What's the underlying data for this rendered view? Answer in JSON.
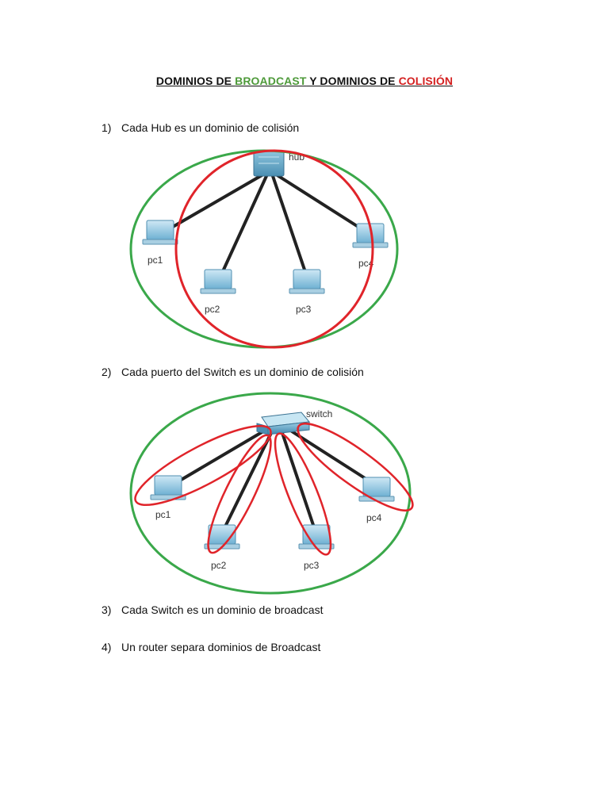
{
  "title": {
    "part1": "DOMINIOS DE ",
    "broadcast": "BROADCAST",
    "part2": " Y DOMINIOS DE ",
    "colision": "COLISIÓN"
  },
  "items": [
    {
      "num": "1)",
      "text": "Cada Hub es un dominio de colisión"
    },
    {
      "num": "2)",
      "text": "Cada puerto del Switch es un dominio de colisión"
    },
    {
      "num": "3)",
      "text": "Cada Switch es un dominio de broadcast"
    },
    {
      "num": "4)",
      "text": "Un router separa dominios de Broadcast"
    }
  ],
  "diagram1": {
    "hub_label": "hub",
    "pcs": [
      "pc1",
      "pc2",
      "pc3",
      "pc4"
    ]
  },
  "diagram2": {
    "switch_label": "switch",
    "pcs": [
      "pc1",
      "pc2",
      "pc3",
      "pc4"
    ]
  },
  "colors": {
    "broadcast_green": "#4e9a3a",
    "collision_red": "#d42020",
    "ring_green": "#3aa84a",
    "ring_red": "#e0242a",
    "device_blue": "#5ba3c9"
  }
}
